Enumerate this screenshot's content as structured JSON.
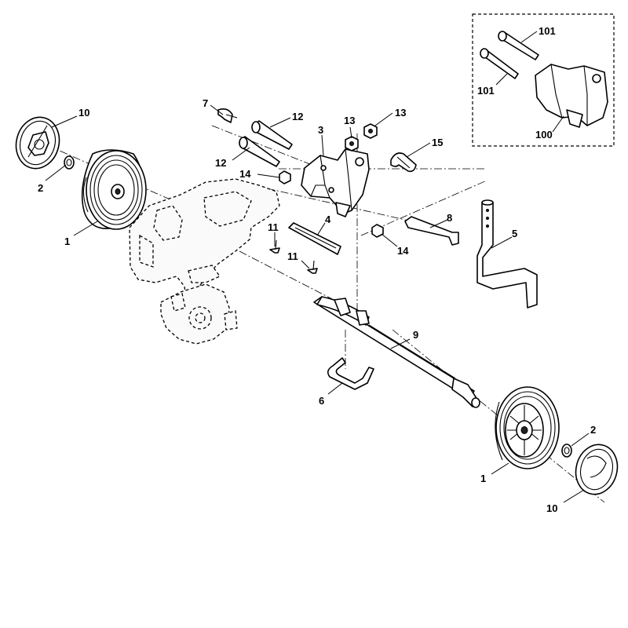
{
  "diagram": {
    "labels": {
      "wheel_left": "1",
      "wheel_right": "1",
      "washer_left": "2",
      "washer_right": "2",
      "bracket": "3",
      "plate": "4",
      "crank_rod": "5",
      "spring_clip": "6",
      "cotter_pin": "7",
      "bent_pin": "8",
      "axle": "9",
      "hubcap_left": "10",
      "hubcap_right": "10",
      "screw_a": "11",
      "screw_b": "11",
      "bolt_a": "12",
      "bolt_b": "12",
      "nut_a": "13",
      "nut_b": "13",
      "nut_c": "14",
      "nut_d": "14",
      "clamp": "15",
      "inset_bolt_a": "101",
      "inset_bolt_b": "101",
      "inset_bracket": "100"
    }
  }
}
